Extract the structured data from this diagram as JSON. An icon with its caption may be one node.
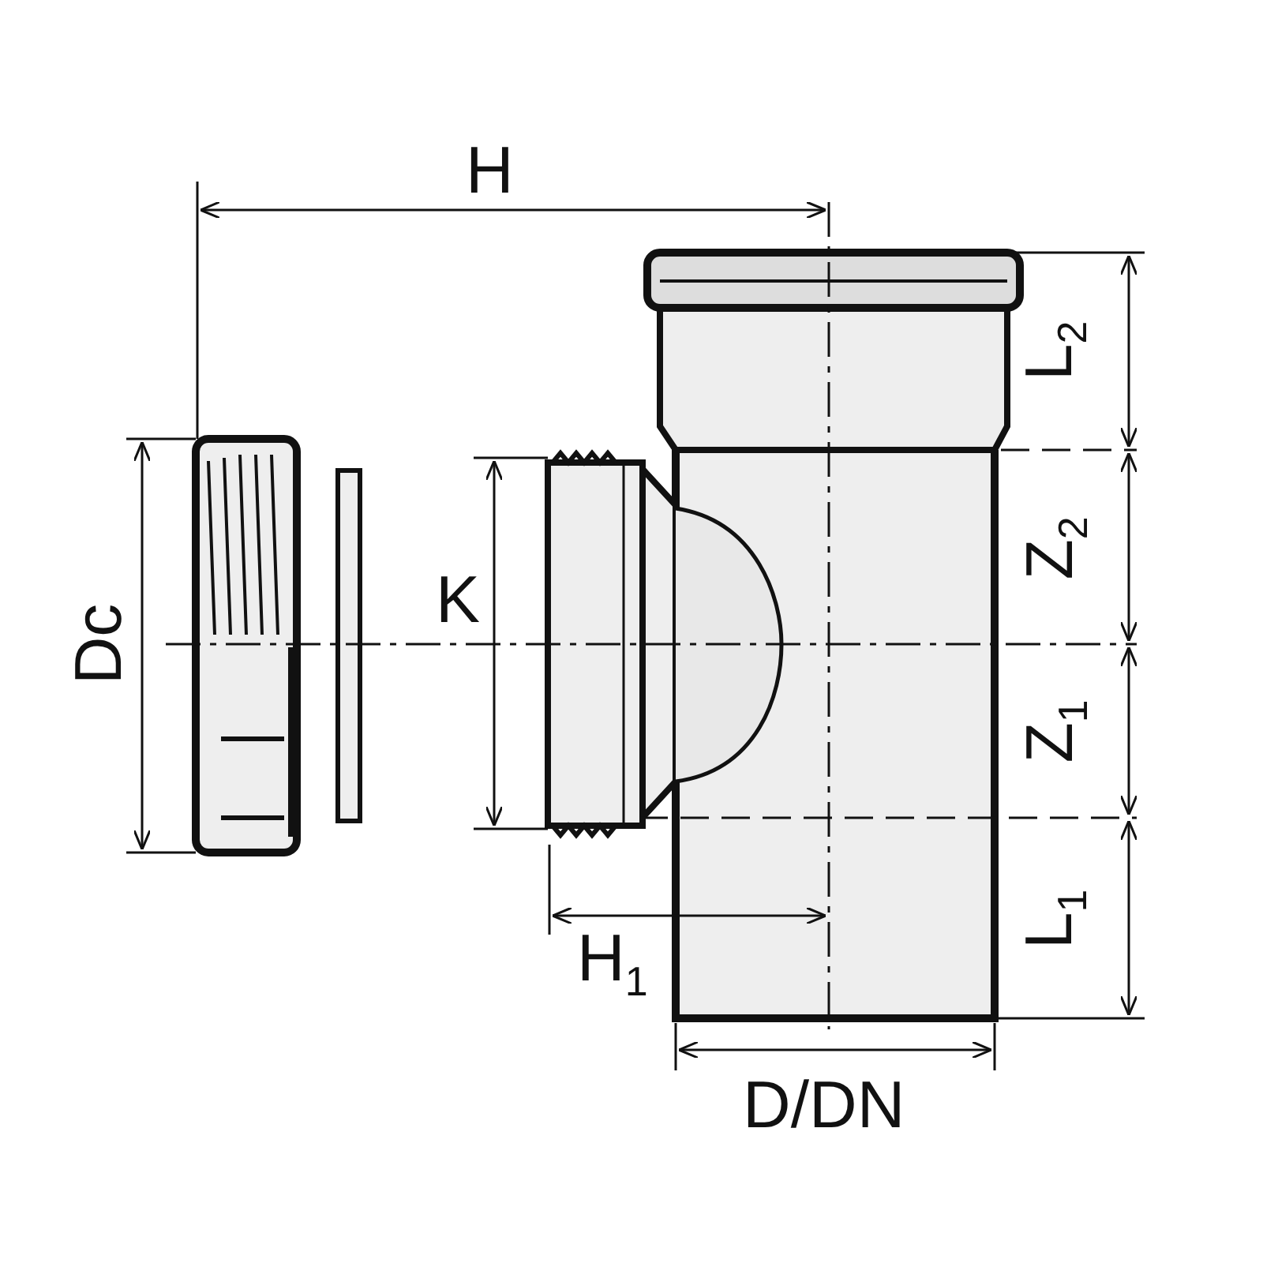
{
  "diagram": {
    "labels": [
      "H",
      "Dc",
      "K",
      "L$_{2}$",
      "Z$_{2}$",
      "Z$_{1}$",
      "L$_{1}$",
      "H$_{1}$",
      "D/DN"
    ]
  }
}
